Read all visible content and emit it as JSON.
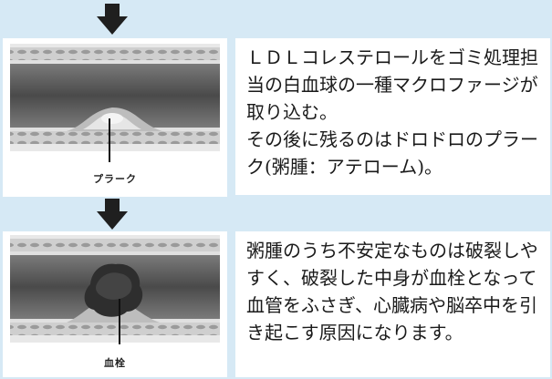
{
  "steps": [
    {
      "id": "plaque",
      "figure_label": "プラーク",
      "description": "ＬＤＬコレステロールをゴミ処理担当の白血球の一種マクロファージが取り込む。\nその後に残るのはドロドロのプラーク(粥腫：アテローム)。"
    },
    {
      "id": "thrombus",
      "figure_label": "血栓",
      "description": "粥腫のうち不安定なものは破裂しやすく、破裂した中身が血栓となって血管をふさぎ、心臓病や脳卒中を引き起こす原因になります。"
    }
  ],
  "colors": {
    "background": "#d6e9f5",
    "arrow": "#1f1f1f",
    "vessel_lumen": "#5a5a5a",
    "plaque": "#d9d9d9",
    "thrombus": "#3a3a3a"
  },
  "icons": {
    "flow_arrow": "down-arrow-icon"
  }
}
